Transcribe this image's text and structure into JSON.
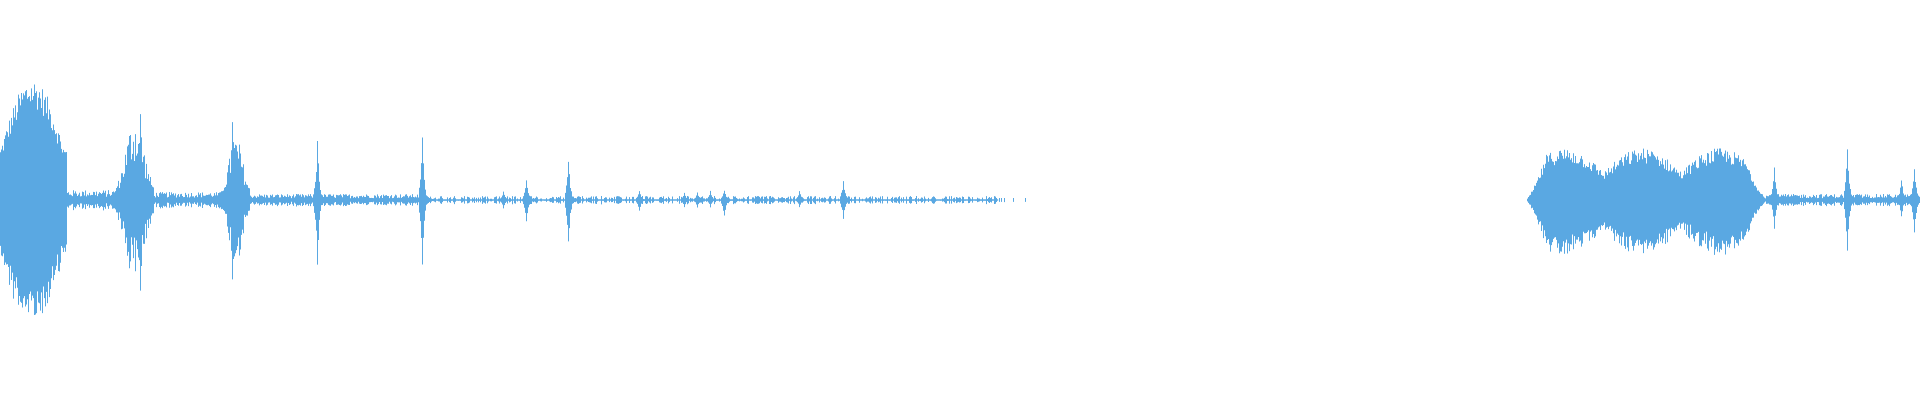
{
  "waveform": {
    "color": "#5aa8e2",
    "segments": [
      {
        "start": 0.0,
        "end": 0.035,
        "peak": 0.58,
        "shape": "blob"
      },
      {
        "start": 0.035,
        "end": 0.06,
        "peak": 0.05,
        "shape": "noise"
      },
      {
        "start": 0.06,
        "end": 0.08,
        "peak": 0.4,
        "shape": "burst"
      },
      {
        "start": 0.08,
        "end": 0.115,
        "peak": 0.04,
        "shape": "noise"
      },
      {
        "start": 0.115,
        "end": 0.13,
        "peak": 0.3,
        "shape": "burst"
      },
      {
        "start": 0.13,
        "end": 0.22,
        "peak": 0.03,
        "shape": "noise"
      },
      {
        "start": 0.22,
        "end": 0.52,
        "peak": 0.02,
        "shape": "sparse"
      },
      {
        "start": 0.52,
        "end": 0.54,
        "peak": 0.01,
        "shape": "dots"
      },
      {
        "start": 0.54,
        "end": 0.615,
        "peak": 0.0,
        "shape": "silence"
      },
      {
        "start": 0.615,
        "end": 0.795,
        "peak": 0.0,
        "shape": "silence"
      },
      {
        "start": 0.795,
        "end": 0.92,
        "peak": 0.26,
        "shape": "blob2"
      },
      {
        "start": 0.92,
        "end": 1.0,
        "peak": 0.03,
        "shape": "noise"
      }
    ],
    "spikes": [
      {
        "at": 0.073,
        "up": 0.55,
        "down": 0.58
      },
      {
        "at": 0.121,
        "up": 0.51,
        "down": 0.52
      },
      {
        "at": 0.165,
        "up": 0.32,
        "down": 0.35
      },
      {
        "at": 0.22,
        "up": 0.33,
        "down": 0.34
      },
      {
        "at": 0.262,
        "up": 0.05,
        "down": 0.05
      },
      {
        "at": 0.274,
        "up": 0.12,
        "down": 0.13
      },
      {
        "at": 0.296,
        "up": 0.23,
        "down": 0.25
      },
      {
        "at": 0.333,
        "up": 0.05,
        "down": 0.06
      },
      {
        "at": 0.356,
        "up": 0.04,
        "down": 0.04
      },
      {
        "at": 0.363,
        "up": 0.04,
        "down": 0.04
      },
      {
        "at": 0.37,
        "up": 0.05,
        "down": 0.04
      },
      {
        "at": 0.377,
        "up": 0.06,
        "down": 0.1
      },
      {
        "at": 0.416,
        "up": 0.05,
        "down": 0.04
      },
      {
        "at": 0.439,
        "up": 0.11,
        "down": 0.11
      },
      {
        "at": 0.492,
        "up": 0.02,
        "down": 0.02
      },
      {
        "at": 0.515,
        "up": 0.02,
        "down": 0.02
      },
      {
        "at": 0.924,
        "up": 0.17,
        "down": 0.15
      },
      {
        "at": 0.962,
        "up": 0.3,
        "down": 0.3
      },
      {
        "at": 0.99,
        "up": 0.12,
        "down": 0.1
      },
      {
        "at": 0.997,
        "up": 0.19,
        "down": 0.2
      }
    ]
  }
}
